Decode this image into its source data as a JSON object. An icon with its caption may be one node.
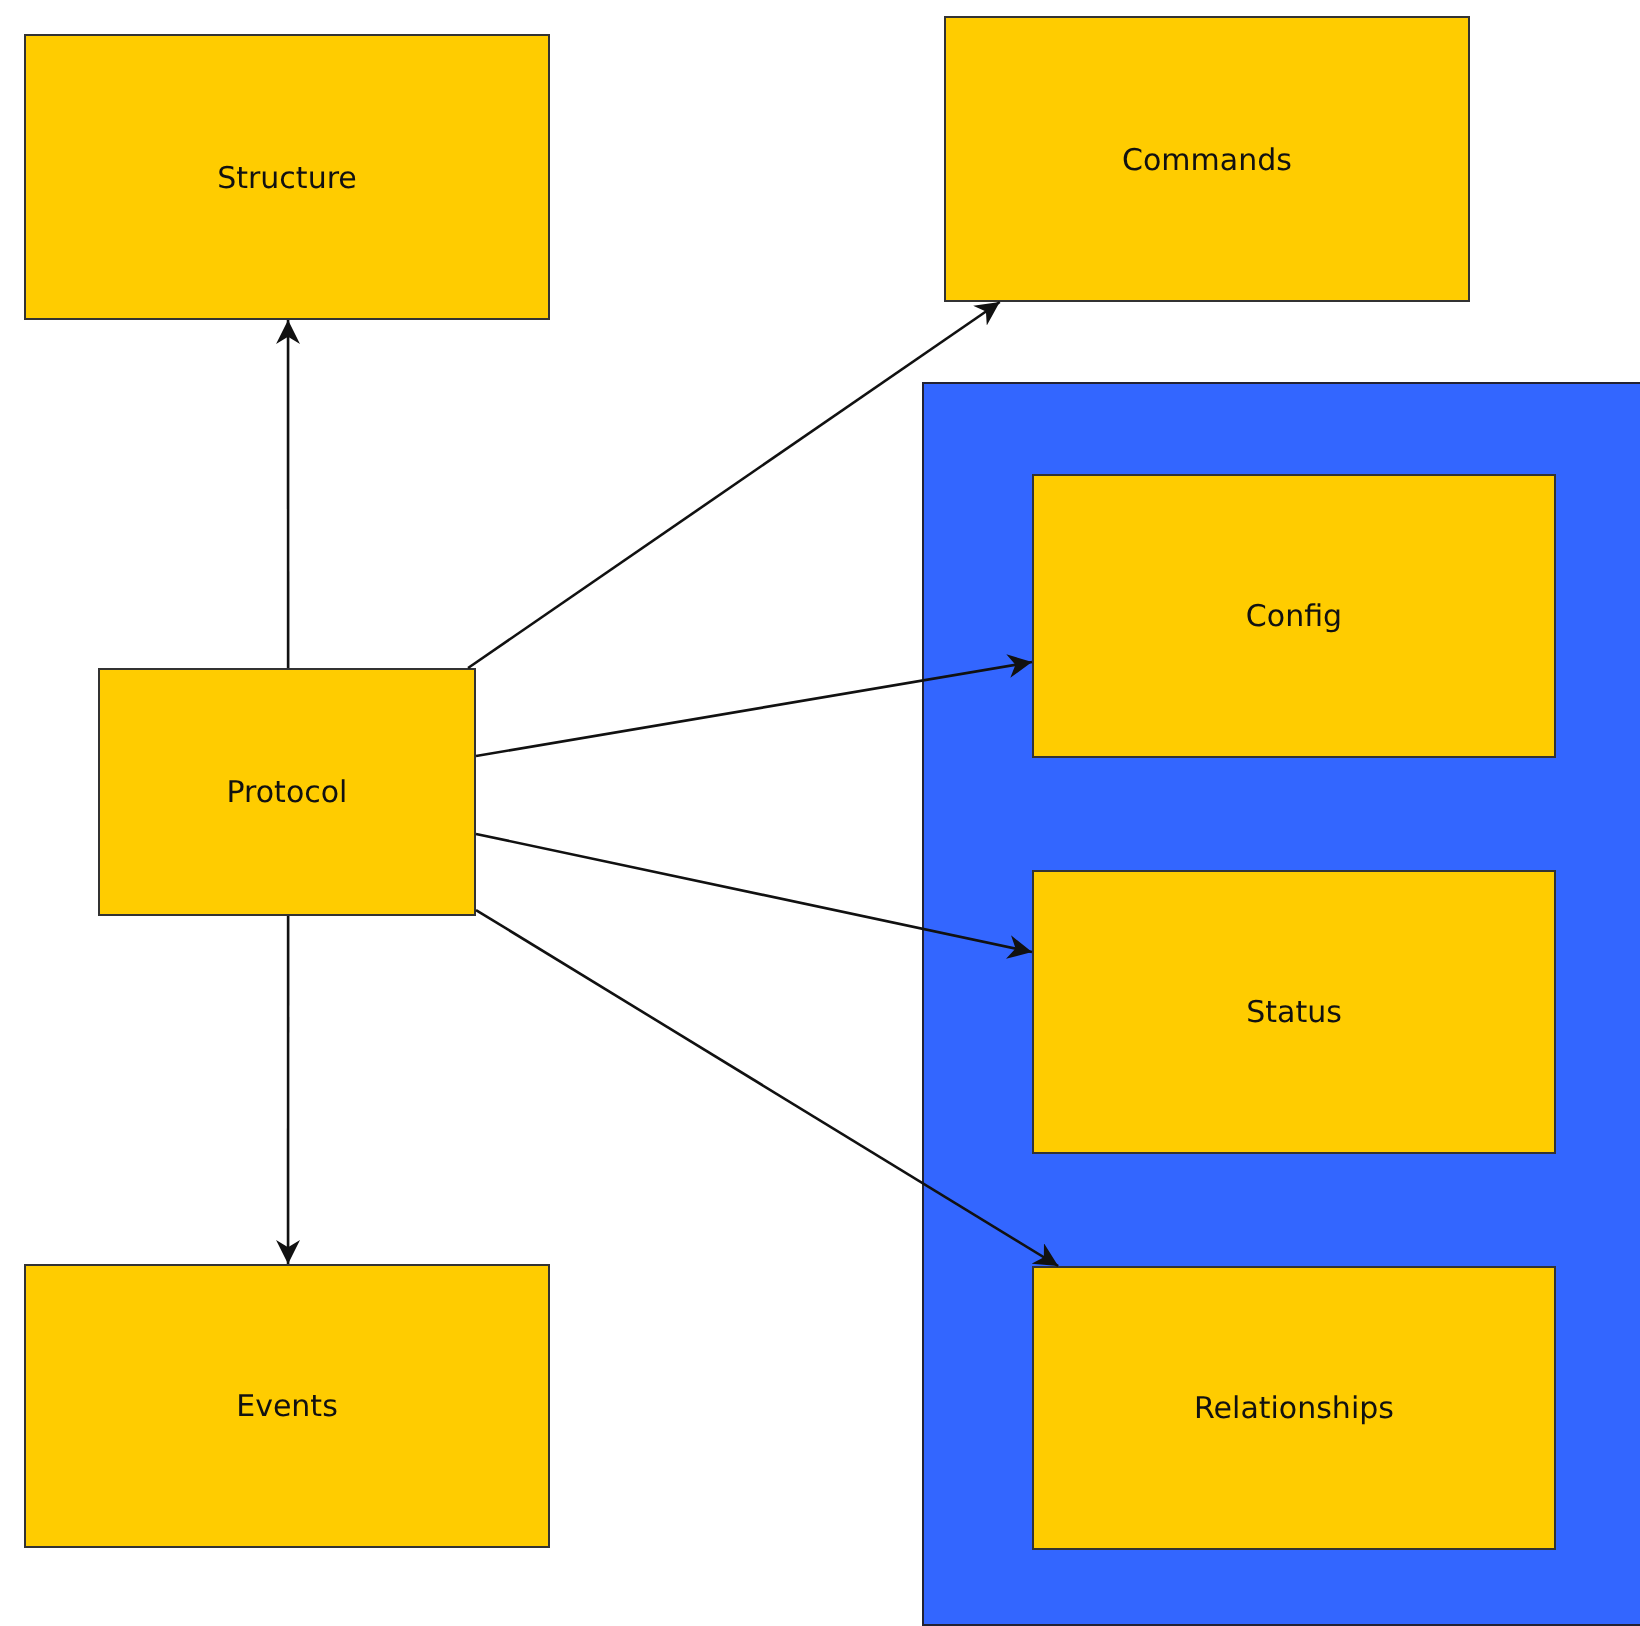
{
  "diagram": {
    "nodes": [
      {
        "text": [
          "Structure"
        ]
      },
      {
        "text": [
          "Commands"
        ]
      },
      {
        "text": [],
        "shape": "box"
      },
      {
        "text": [
          "Config"
        ],
        "in": 2
      },
      {
        "text": [
          "Status"
        ],
        "in": 2
      },
      {
        "text": [
          "Relationships"
        ],
        "in": 2
      },
      {
        "text": [
          "Protocol"
        ]
      },
      {
        "text": [
          "Events"
        ]
      }
    ],
    "edges": [
      {
        "from": 6,
        "to": 0,
        "arrow": "to"
      },
      {
        "from": 6,
        "to": 1,
        "arrow": "to"
      },
      {
        "from": 6,
        "to": 3,
        "arrow": "to"
      },
      {
        "from": 6,
        "to": 4,
        "arrow": "to"
      },
      {
        "from": 6,
        "to": 5,
        "arrow": "to"
      },
      {
        "from": 6,
        "to": 7,
        "arrow": "to"
      }
    ]
  }
}
